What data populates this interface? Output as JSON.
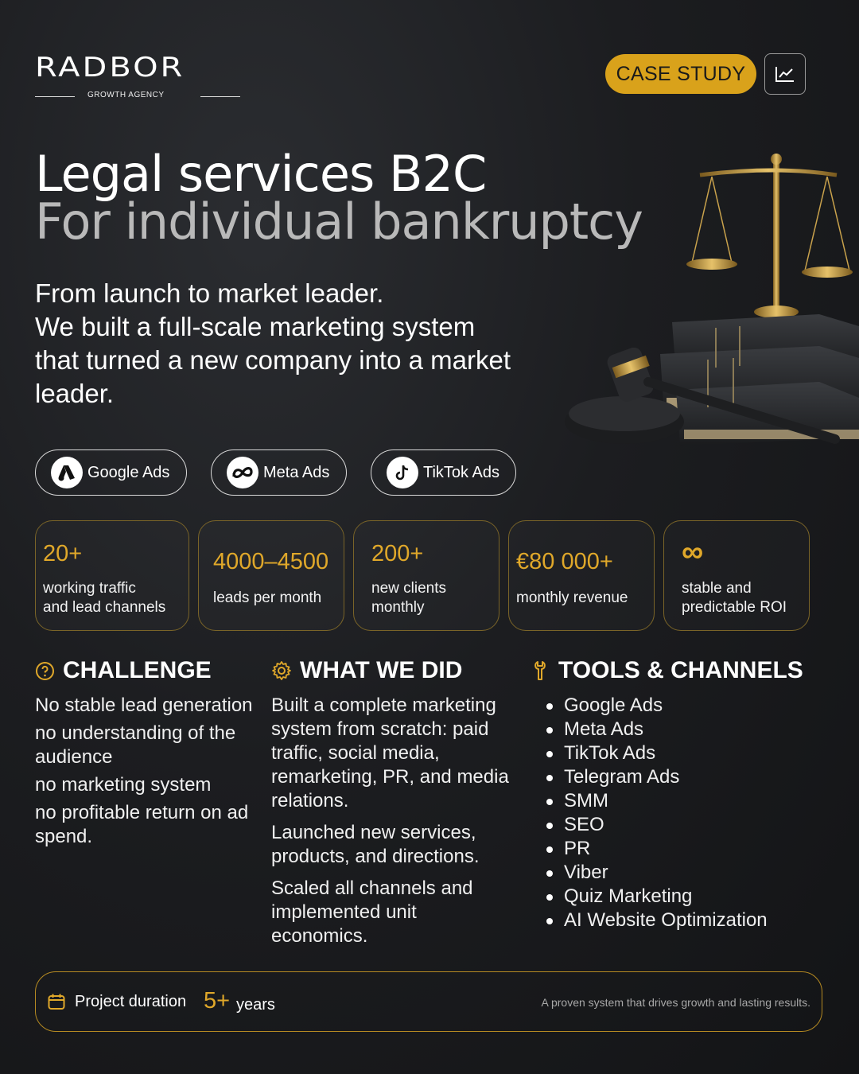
{
  "brand": {
    "name": "RADBOR",
    "subtitle": "GROWTH AGENCY"
  },
  "header": {
    "badge_label": "CASE STUDY",
    "chart_icon": "trend-chart-icon"
  },
  "hero": {
    "title_line1": "Legal services B2C",
    "title_line2": "For individual bankruptcy",
    "intro_lines": [
      "From launch to market leader.",
      "We built a full-scale marketing system",
      "that turned a new company into a market",
      "leader."
    ]
  },
  "platforms": [
    {
      "label": "Google Ads",
      "icon": "google-ads-icon"
    },
    {
      "label": "Meta Ads",
      "icon": "meta-icon"
    },
    {
      "label": "TikTok Ads",
      "icon": "tiktok-icon"
    }
  ],
  "stats": [
    {
      "value": "20+",
      "label_lines": [
        "working traffic",
        "and lead channels"
      ]
    },
    {
      "value": "4000–4500",
      "label_lines": [
        "leads per month"
      ]
    },
    {
      "value": "200+",
      "label_lines": [
        "new clients",
        "monthly"
      ]
    },
    {
      "value": "€80 000+",
      "label_lines": [
        "monthly revenue"
      ]
    },
    {
      "value": "∞",
      "label_lines": [
        "stable and",
        "predictable ROI"
      ]
    }
  ],
  "challenge": {
    "heading": "CHALLENGE",
    "items": [
      "No stable lead generation",
      "no understanding of the audience",
      "no marketing system",
      "no profitable return on ad spend."
    ]
  },
  "what_we_did": {
    "heading": "WHAT WE DID",
    "items": [
      "Built a complete marketing system from scratch: paid traffic, social media, remarketing, PR, and media relations.",
      "Launched new services, products, and directions.",
      "Scaled all channels and implemented unit economics."
    ]
  },
  "tools": {
    "heading": "TOOLS & CHANNELS",
    "items": [
      "Google Ads",
      "Meta Ads",
      "TikTok Ads",
      "Telegram Ads",
      "SMM",
      "SEO",
      "PR",
      "Viber",
      "Quiz Marketing",
      "AI Website Optimization"
    ]
  },
  "footer": {
    "duration_label": "Project duration",
    "duration_value": "5+",
    "duration_unit": "years",
    "tagline": "A proven system that drives growth and lasting results."
  },
  "colors": {
    "accent": "#d9a21b",
    "accent_text": "#e0a82a",
    "background": "#1c1d20"
  }
}
